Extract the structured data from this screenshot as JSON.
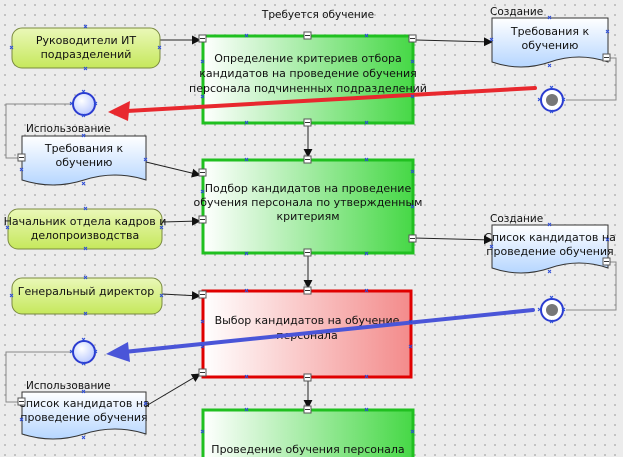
{
  "labels": {
    "top_caption": "Требуется обучение",
    "creation_1": "Создание",
    "creation_2": "Создание",
    "usage_1": "Использование",
    "usage_2": "Использование"
  },
  "actors": {
    "it_heads_line1": "Руководители ИТ",
    "it_heads_line2": "подразделений",
    "hr_head_line1": "Начальник отдела кадров и",
    "hr_head_line2": "делопроизводства",
    "director": "Генеральный директор"
  },
  "processes": {
    "p1_line1": "Определение критериев отбора",
    "p1_line2": "кандидатов на проведение обучения",
    "p1_line3": "персонала подчиненных подразделений",
    "p2_line1": "Подбор кандидатов на проведение",
    "p2_line2": "обучения персонала по утвержденным",
    "p2_line3": "критериям",
    "p3_line1": "Выбор кандидатов на обучение",
    "p3_line2": "персонала",
    "p4_line1": "Проведение обучения персонала"
  },
  "documents": {
    "req_out_line1": "Требования к",
    "req_out_line2": "обучению",
    "req_in_line1": "Требования к",
    "req_in_line2": "обучению",
    "list_out_line1": "Список кандидатов на",
    "list_out_line2": "проведение обучения",
    "list_in_line1": "Список кандидатов на",
    "list_in_line2": "проведение обучения"
  },
  "colors": {
    "actor_fill": "#d6f07a",
    "process_green_border": "#20c020",
    "process_red_border": "#e00000",
    "document_fill": "#cfe4ff",
    "arrow_red": "#e8282e",
    "arrow_blue": "#4a55d8"
  },
  "icons": {
    "connector_open": "hollow-circle-icon",
    "connector_filled": "target-circle-icon",
    "collapse": "minus-box-icon"
  }
}
